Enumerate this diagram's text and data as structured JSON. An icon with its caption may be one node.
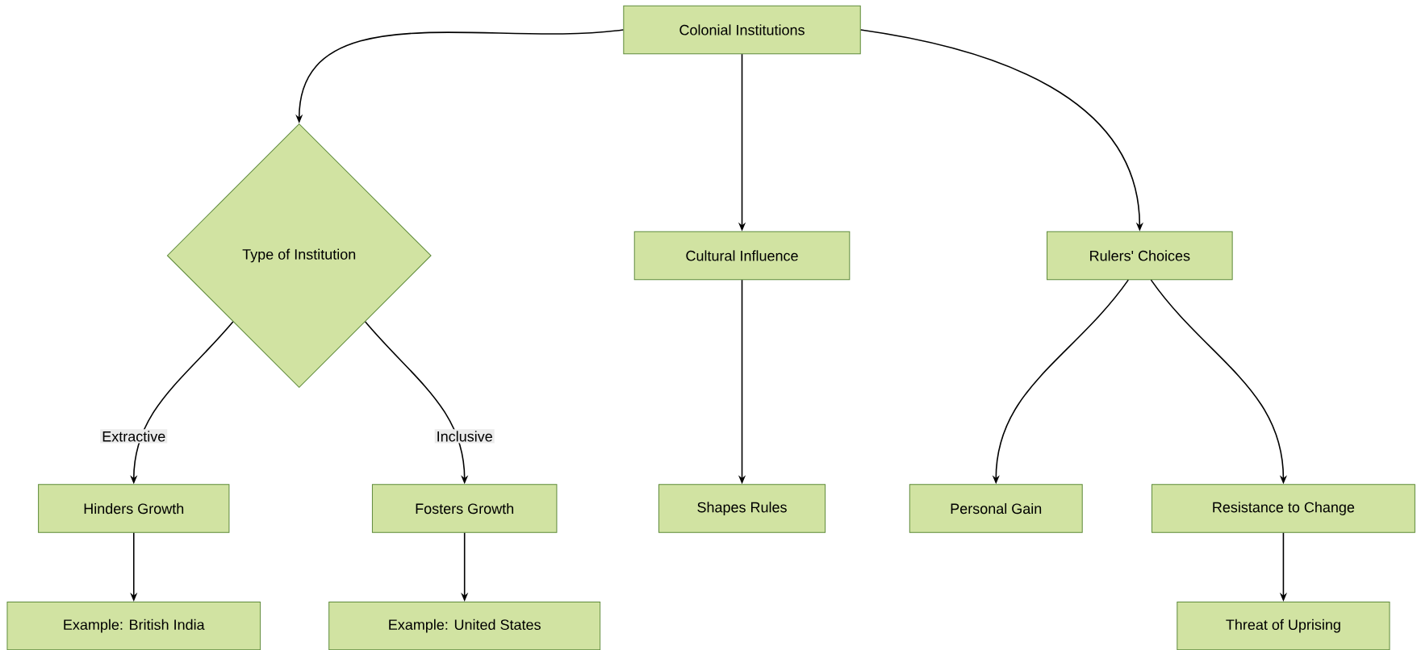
{
  "diagram": {
    "nodes": [
      {
        "text": [
          "Colonial Institutions"
        ]
      },
      {
        "text": [
          "Type of Institution"
        ]
      },
      {
        "text": [
          "Cultural Influence"
        ]
      },
      {
        "text": [
          "Rulers' Choices"
        ]
      },
      {
        "text": [
          "Hinders Growth"
        ]
      },
      {
        "text": [
          "Fosters Growth"
        ]
      },
      {
        "text": [
          "Shapes Rules"
        ]
      },
      {
        "text": [
          "Personal Gain"
        ]
      },
      {
        "text": [
          "Resistance to Change"
        ]
      },
      {
        "text": [
          "Example: British India"
        ]
      },
      {
        "text": [
          "Example: United States"
        ]
      },
      {
        "text": [
          "Threat of Uprising"
        ]
      }
    ],
    "edges": [
      {
        "from": 0,
        "to": 1,
        "arrow": "to"
      },
      {
        "from": 0,
        "to": 2,
        "arrow": "to"
      },
      {
        "from": 0,
        "to": 3,
        "arrow": "to"
      },
      {
        "from": 1,
        "to": 4,
        "arrow": "to",
        "label": "Extractive"
      },
      {
        "from": 1,
        "to": 5,
        "arrow": "to",
        "label": "Inclusive"
      },
      {
        "from": 2,
        "to": 6,
        "arrow": "to"
      },
      {
        "from": 3,
        "to": 7,
        "arrow": "to"
      },
      {
        "from": 3,
        "to": 8,
        "arrow": "to"
      },
      {
        "from": 4,
        "to": 9,
        "arrow": "to"
      },
      {
        "from": 5,
        "to": 10,
        "arrow": "to"
      },
      {
        "from": 8,
        "to": 11,
        "arrow": "to"
      }
    ]
  }
}
